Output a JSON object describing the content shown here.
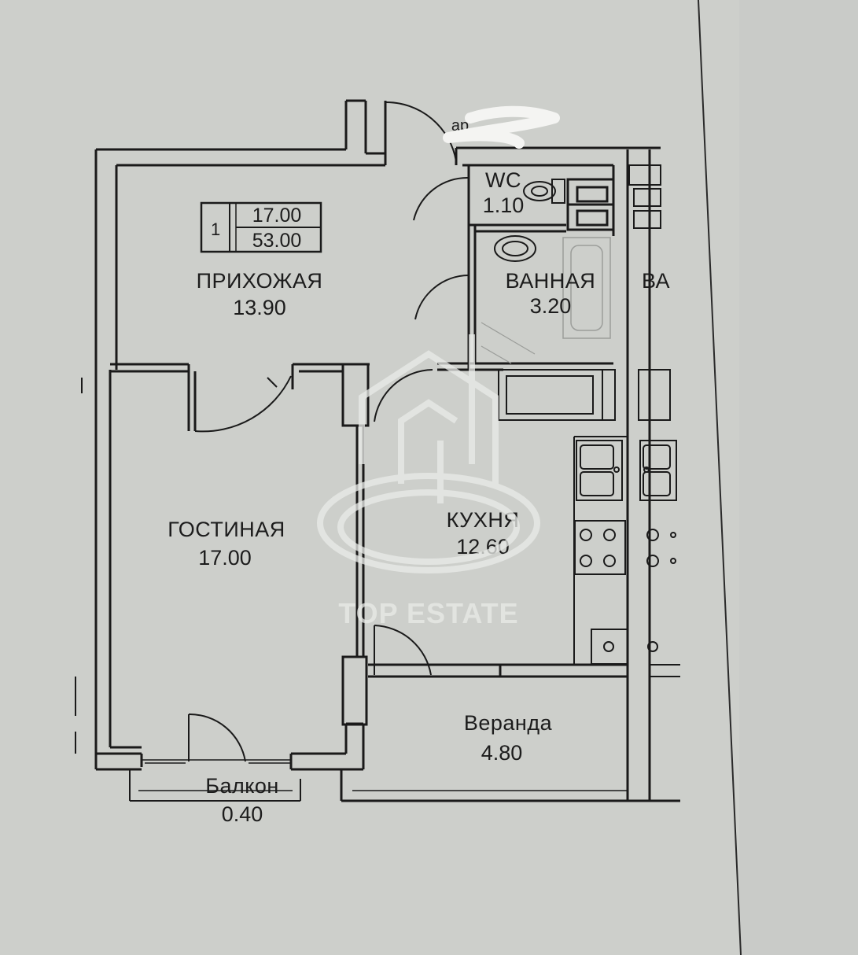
{
  "plan": {
    "unit_box": {
      "rooms": "1",
      "living_area": "17.00",
      "total_area": "53.00"
    },
    "rooms": {
      "hallway": {
        "name": "ПРИХОЖАЯ",
        "area": "13.90"
      },
      "wc": {
        "name": "WC",
        "area": "1.10"
      },
      "bathroom": {
        "name": "ВАННАЯ",
        "area": "3.20"
      },
      "living_room": {
        "name": "ГОСТИНАЯ",
        "area": "17.00"
      },
      "kitchen": {
        "name": "КУХНЯ",
        "area": "12.60"
      },
      "veranda": {
        "name": "Веранда",
        "area": "4.80"
      },
      "balcony": {
        "name": "Балкон",
        "area": "0.40"
      }
    },
    "fragments": {
      "corridor": "ap",
      "neighbor_bath": "ВА"
    }
  },
  "watermark": {
    "text": "TOP ESTATE"
  },
  "colors": {
    "paper": "#cdcfcb",
    "wall": "#1a1a1a",
    "background": "#c9cbc8",
    "watermark": "#eaece9"
  }
}
